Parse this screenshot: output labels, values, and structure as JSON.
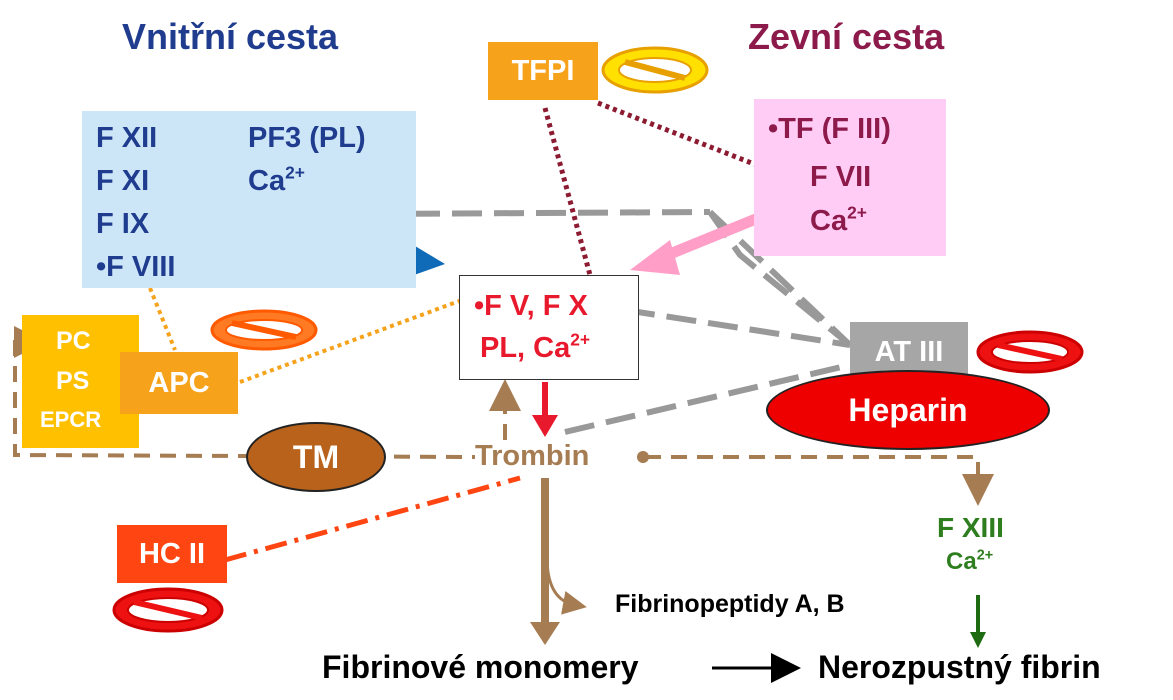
{
  "titles": {
    "intrinsic": "Vnitřní cesta",
    "extrinsic": "Zevní cesta"
  },
  "intrinsic_factors": [
    "F XII",
    "F XI",
    "F IX",
    "•F VIII"
  ],
  "intrinsic_cofactors": {
    "pf3": "PF3 (PL)",
    "ca": "Ca",
    "ca_charge": "2+"
  },
  "extrinsic_factors": {
    "tf": "•TF (F III)",
    "f7": "F VII",
    "ca": "Ca",
    "ca_charge": "2+"
  },
  "center": {
    "line1": "•F V, F X",
    "line2": "PL, Ca",
    "charge": "2+"
  },
  "tfpi": "TFPI",
  "apc": "APC",
  "pc_box": [
    "PC",
    "PS",
    "EPCR"
  ],
  "at3": "AT III",
  "heparin": "Heparin",
  "tm": "TM",
  "hc2": "HC II",
  "trombin": "Trombin",
  "fibrinopeptides": "Fibrinopeptidy A, B",
  "monomers": "Fibrinové monomery",
  "insoluble": "Nerozpustný fibrin",
  "f13": {
    "label": "F XIII",
    "ca": "Ca",
    "charge": "2+"
  },
  "colors": {
    "intrinsic_title": "#1f3c8e",
    "extrinsic_title": "#8c1a4b",
    "orange": "#f7a21b",
    "brown": "#a67c52",
    "heparin": "#ee0000",
    "tm": "#b8621b",
    "hc2": "#ff4512",
    "green": "#2e7d1e"
  },
  "icons": [
    "inhibition-icon"
  ]
}
